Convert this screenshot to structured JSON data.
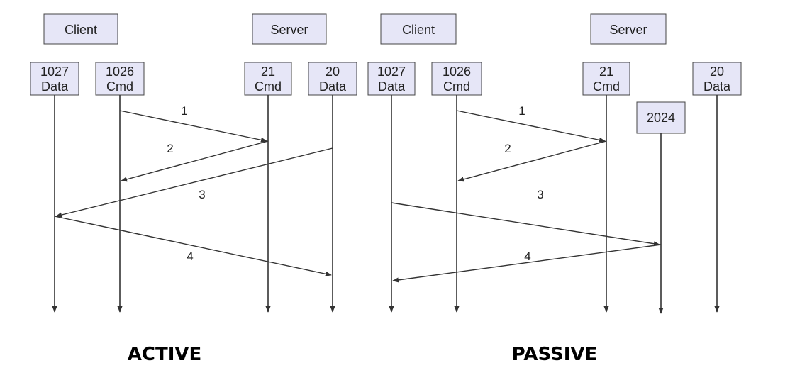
{
  "active": {
    "title": "ACTIVE",
    "client_header": "Client",
    "server_header": "Server",
    "ports": [
      {
        "line1": "1027",
        "line2": "Data"
      },
      {
        "line1": "1026",
        "line2": "Cmd"
      },
      {
        "line1": "21",
        "line2": "Cmd"
      },
      {
        "line1": "20",
        "line2": "Data"
      }
    ],
    "messages": [
      {
        "label": "1",
        "from": "1026 Cmd",
        "to": "21 Cmd"
      },
      {
        "label": "2",
        "from": "21 Cmd",
        "to": "1026 Cmd"
      },
      {
        "label": "3",
        "from": "20 Data",
        "to": "1027 Data"
      },
      {
        "label": "4",
        "from": "1027 Data",
        "to": "20 Data"
      }
    ]
  },
  "passive": {
    "title": "PASSIVE",
    "client_header": "Client",
    "server_header": "Server",
    "ports": [
      {
        "line1": "1027",
        "line2": "Data"
      },
      {
        "line1": "1026",
        "line2": "Cmd"
      },
      {
        "line1": "21",
        "line2": "Cmd"
      },
      {
        "line1": "20",
        "line2": "Data"
      }
    ],
    "extra_port": "2024",
    "messages": [
      {
        "label": "1",
        "from": "1026 Cmd",
        "to": "21 Cmd"
      },
      {
        "label": "2",
        "from": "21 Cmd",
        "to": "1026 Cmd"
      },
      {
        "label": "3",
        "from": "1027 Data",
        "to": "2024"
      },
      {
        "label": "4",
        "from": "2024",
        "to": "1027 Data"
      }
    ]
  }
}
